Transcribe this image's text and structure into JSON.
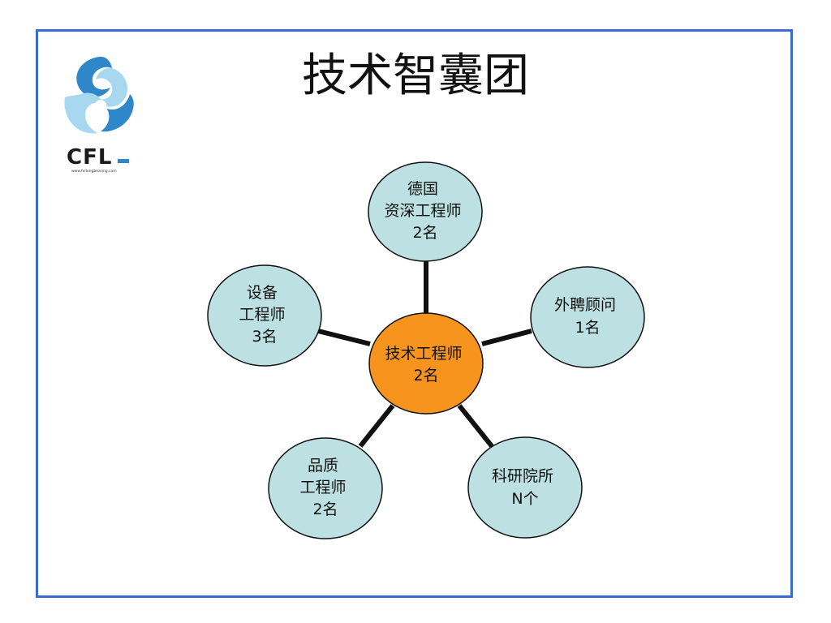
{
  "slide": {
    "title": "技术智囊团",
    "frame_color": "#3a6ad4"
  },
  "logo": {
    "icon": "cfl-swirl-logo-icon",
    "brand_text": "CFL",
    "url_text": "www.fellongbearing.com",
    "colors": {
      "primary": "#2f86c8",
      "light": "#a8d8f0"
    }
  },
  "diagram": {
    "center": {
      "lines": [
        "技术工程师",
        "2名"
      ],
      "fill": "#f7941d"
    },
    "satellites": [
      {
        "id": "germany-engineer",
        "lines": [
          "德国",
          "资深工程师",
          "2名"
        ]
      },
      {
        "id": "external-consultant",
        "lines": [
          "外聘顾问",
          "1名"
        ]
      },
      {
        "id": "research-institute",
        "lines": [
          "科研院所",
          "N个"
        ]
      },
      {
        "id": "quality-engineer",
        "lines": [
          "品质",
          "工程师",
          "2名"
        ]
      },
      {
        "id": "equipment-engineer",
        "lines": [
          "设备",
          "工程师",
          "3名"
        ]
      }
    ],
    "satellite_fill": "#bde0e2",
    "outline_color": "#111111"
  }
}
